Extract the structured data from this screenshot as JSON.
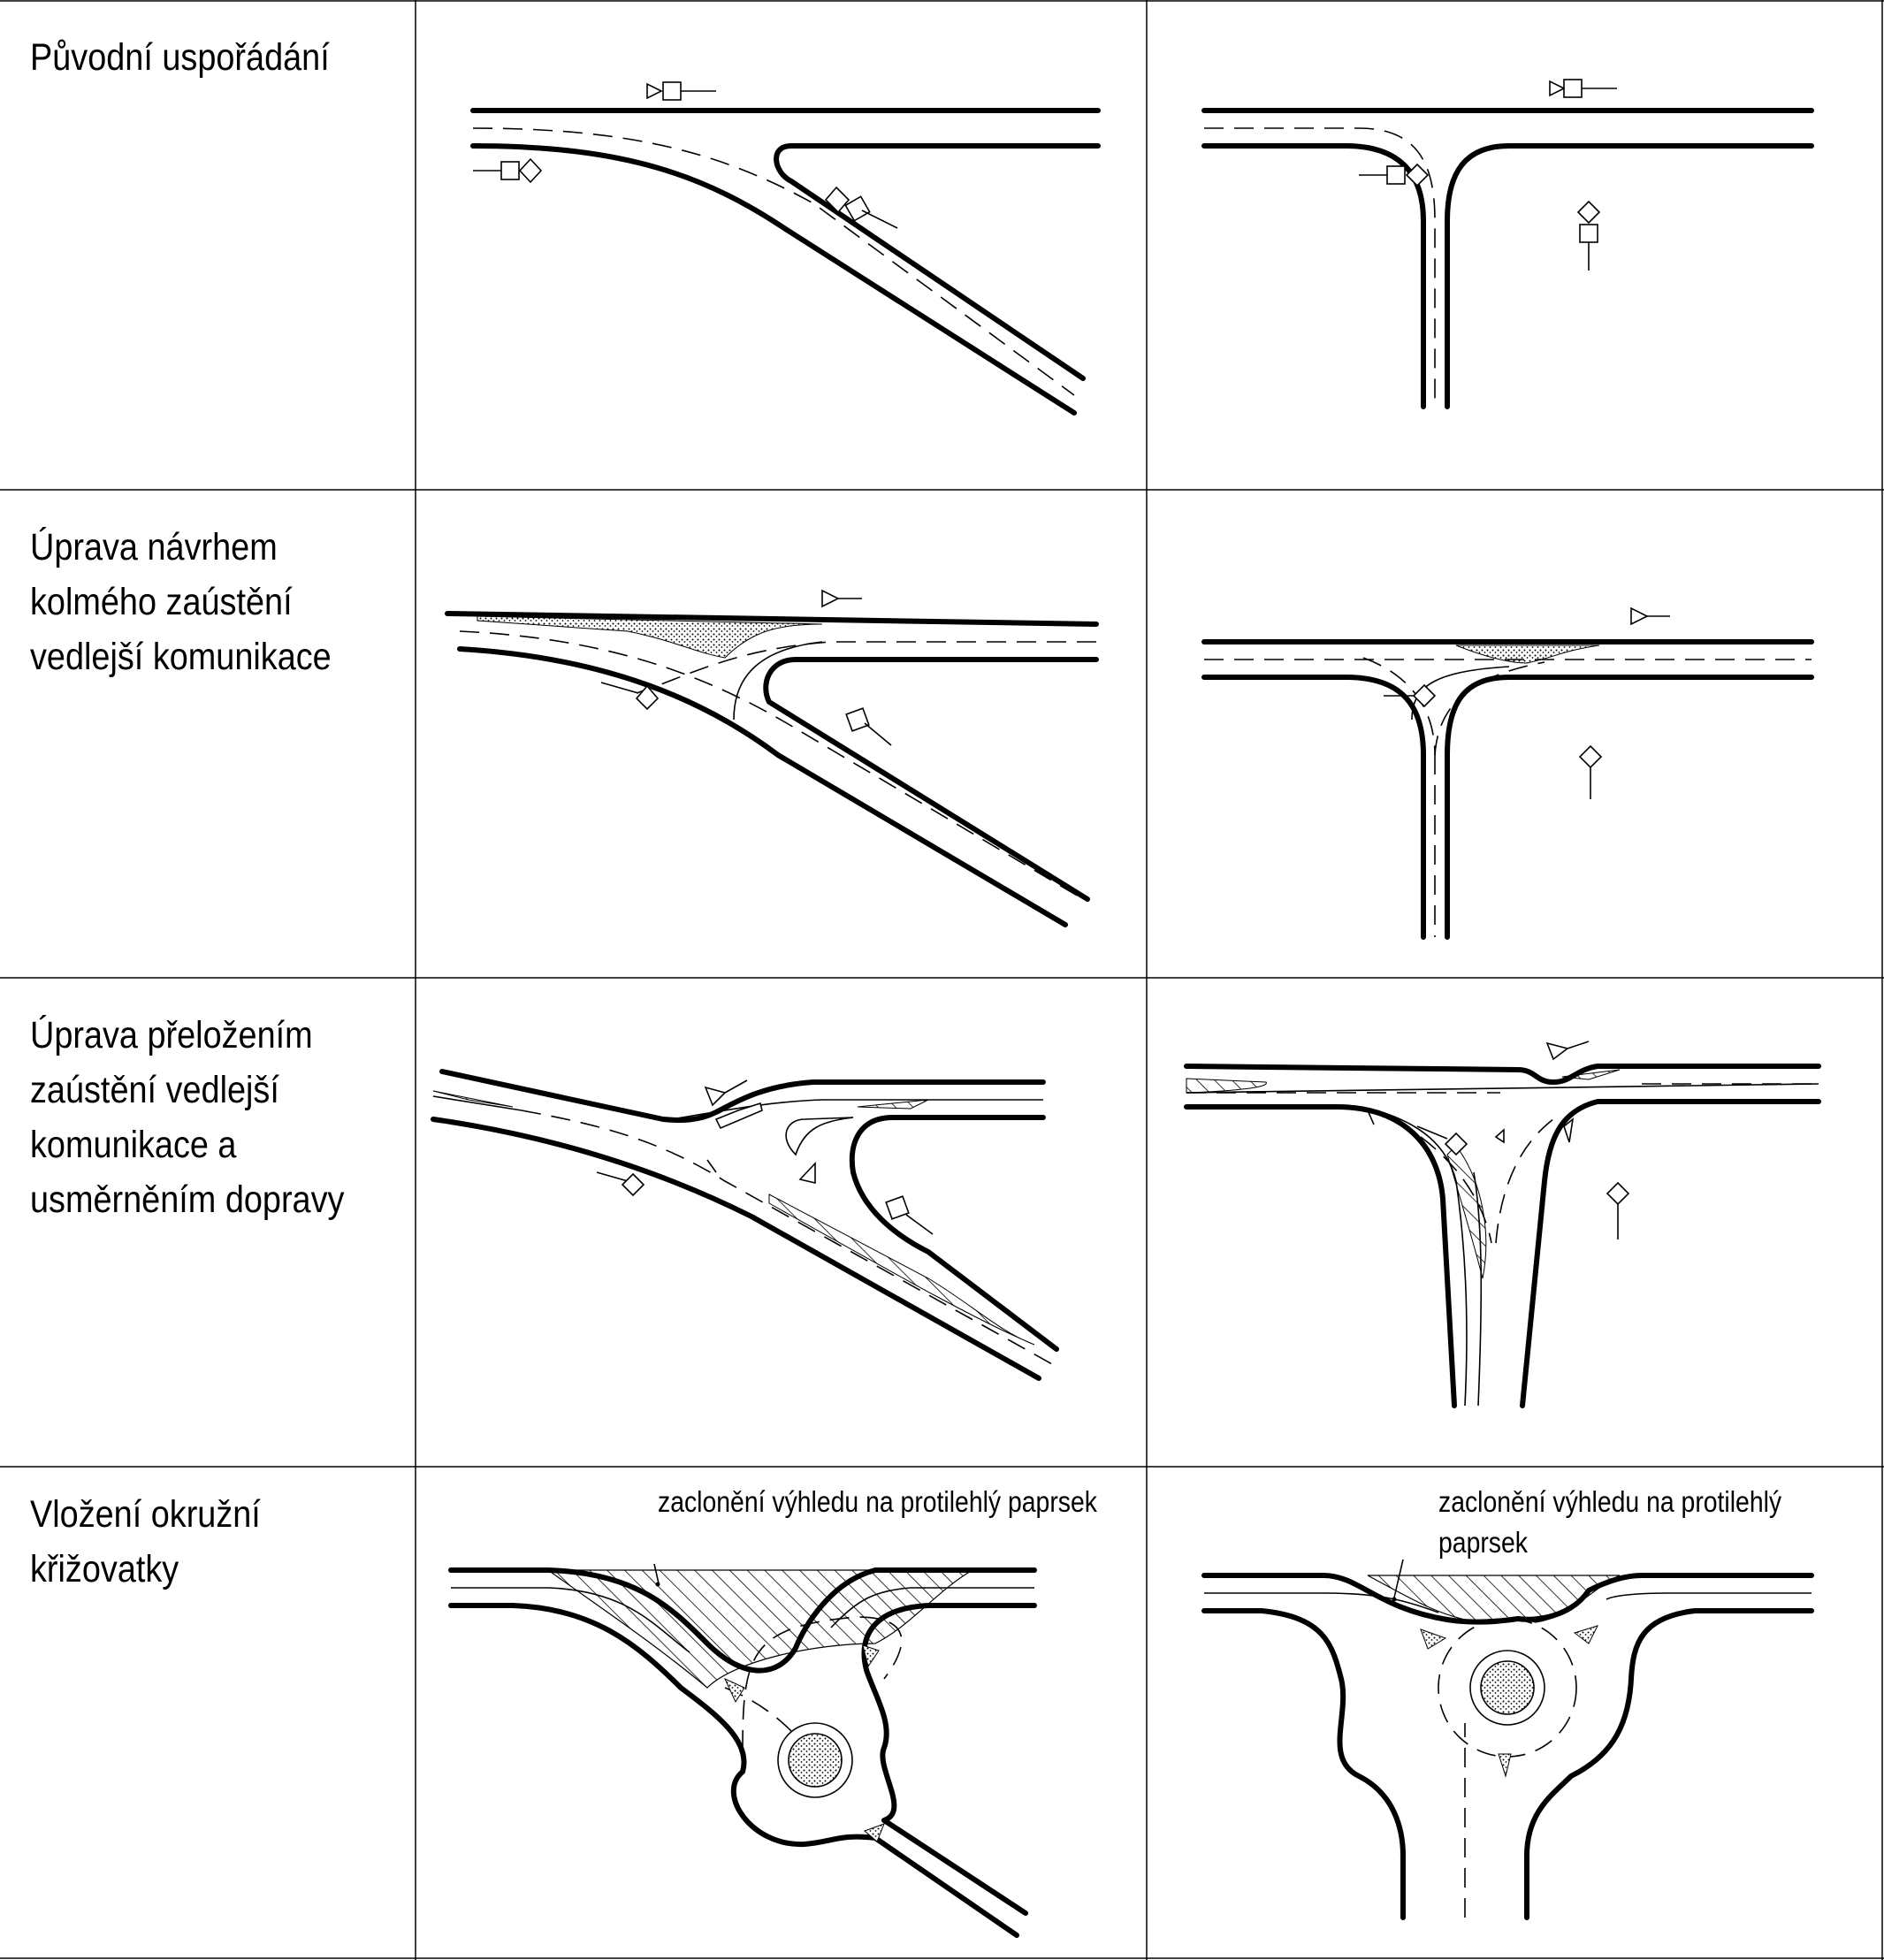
{
  "rows": [
    {
      "label_lines": [
        "Původní uspořádání"
      ]
    },
    {
      "label_lines": [
        "Úprava návrhem",
        "kolmého zaústění",
        "vedlejší komunikace"
      ]
    },
    {
      "label_lines": [
        "Úprava přeložením",
        "zaústění vedlejší",
        "komunikace a",
        "usměrněním dopravy"
      ]
    },
    {
      "label_lines": [
        "Vložení okružní",
        "křižovatky"
      ]
    }
  ],
  "annotations": {
    "left": "zaclonění výhledu na protilehlý paprsek",
    "right_line1": "zaclonění výhledu na protilehlý",
    "right_line2": "paprsek"
  }
}
